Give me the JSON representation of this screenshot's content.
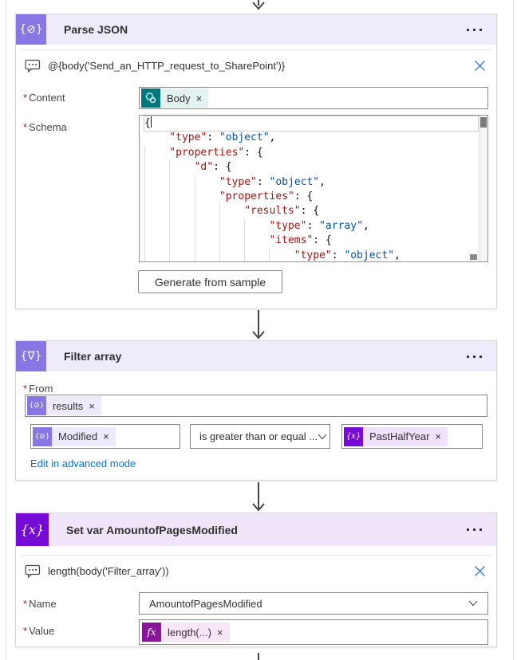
{
  "icons": {
    "remove": "×",
    "required": "*",
    "parse_json_glyph": "{⊘}",
    "filter_glyph": "{∇}",
    "variable_glyph": "{x}",
    "fx_glyph": "fx"
  },
  "colors": {
    "data_operation_purple": "#8876E4",
    "header_tint": "#EFEBFA",
    "variables_purple": "#770BD6",
    "variables_header_tint": "#F1E5FA",
    "expression_magenta": "#881798",
    "expression_chip_tint": "#F7E6F7",
    "sharepoint_teal": "#03787C",
    "sharepoint_chip_tint": "#E3F1F1",
    "lavender_chip_tint": "#EFEAFB",
    "variable_chip_tint": "#EFE2FA",
    "link_blue": "#0078D4",
    "close_blue": "#4A7EDB",
    "required_red": "#A4262C",
    "code_key": "#A31515",
    "code_value": "#0451A5",
    "arrow_gray": "#484644"
  },
  "parse_json": {
    "title": "Parse JSON",
    "tooltip": "@{body('Send_an_HTTP_request_to_SharePoint')}",
    "content_label": "Content",
    "content_token": "Body",
    "schema_label": "Schema",
    "generate_button": "Generate from sample",
    "schema_lines": [
      {
        "indent": 0,
        "parts": [
          {
            "t": "{",
            "c": "p"
          }
        ]
      },
      {
        "indent": 1,
        "parts": [
          {
            "t": "\"type\"",
            "c": "k"
          },
          {
            "t": ": ",
            "c": "p"
          },
          {
            "t": "\"object\"",
            "c": "v"
          },
          {
            "t": ",",
            "c": "p"
          }
        ]
      },
      {
        "indent": 1,
        "parts": [
          {
            "t": "\"properties\"",
            "c": "k"
          },
          {
            "t": ": ",
            "c": "p"
          },
          {
            "t": "{",
            "c": "p"
          }
        ]
      },
      {
        "indent": 2,
        "parts": [
          {
            "t": "\"d\"",
            "c": "k"
          },
          {
            "t": ": ",
            "c": "p"
          },
          {
            "t": "{",
            "c": "p"
          }
        ]
      },
      {
        "indent": 3,
        "parts": [
          {
            "t": "\"type\"",
            "c": "k"
          },
          {
            "t": ": ",
            "c": "p"
          },
          {
            "t": "\"object\"",
            "c": "v"
          },
          {
            "t": ",",
            "c": "p"
          }
        ]
      },
      {
        "indent": 3,
        "parts": [
          {
            "t": "\"properties\"",
            "c": "k"
          },
          {
            "t": ": ",
            "c": "p"
          },
          {
            "t": "{",
            "c": "p"
          }
        ]
      },
      {
        "indent": 4,
        "parts": [
          {
            "t": "\"results\"",
            "c": "k"
          },
          {
            "t": ": ",
            "c": "p"
          },
          {
            "t": "{",
            "c": "p"
          }
        ]
      },
      {
        "indent": 5,
        "parts": [
          {
            "t": "\"type\"",
            "c": "k"
          },
          {
            "t": ": ",
            "c": "p"
          },
          {
            "t": "\"array\"",
            "c": "v"
          },
          {
            "t": ",",
            "c": "p"
          }
        ]
      },
      {
        "indent": 5,
        "parts": [
          {
            "t": "\"items\"",
            "c": "k"
          },
          {
            "t": ": ",
            "c": "p"
          },
          {
            "t": "{",
            "c": "p"
          }
        ]
      },
      {
        "indent": 6,
        "parts": [
          {
            "t": "\"type\"",
            "c": "k"
          },
          {
            "t": ": ",
            "c": "p"
          },
          {
            "t": "\"object\"",
            "c": "v"
          },
          {
            "t": ",",
            "c": "p"
          }
        ]
      }
    ]
  },
  "filter_array": {
    "title": "Filter array",
    "from_label": "From",
    "from_token": "results",
    "left_token": "Modified",
    "operator_value": "is greater than or equal ...",
    "right_token": "PastHalfYear",
    "advanced_link": "Edit in advanced mode"
  },
  "set_variable": {
    "title": "Set var AmountofPagesModified",
    "tooltip": "length(body('Filter_array'))",
    "name_label": "Name",
    "name_value": "AmountofPagesModified",
    "value_label": "Value",
    "value_token": "length(...)"
  }
}
